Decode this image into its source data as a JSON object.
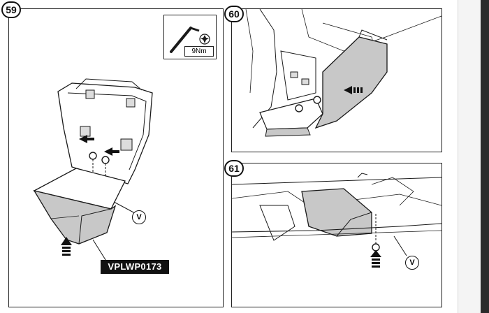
{
  "steps": [
    {
      "number": "59"
    },
    {
      "number": "60"
    },
    {
      "number": "61"
    }
  ],
  "tool": {
    "icon": "torx-wrench-icon",
    "torque": "9Nm"
  },
  "part_code": "VPLWP0173",
  "callouts": {
    "v_59": "V",
    "v_61": "V"
  },
  "colors": {
    "line": "#1a1a1a",
    "shade": "#c8c8c8",
    "dark": "#111111"
  }
}
